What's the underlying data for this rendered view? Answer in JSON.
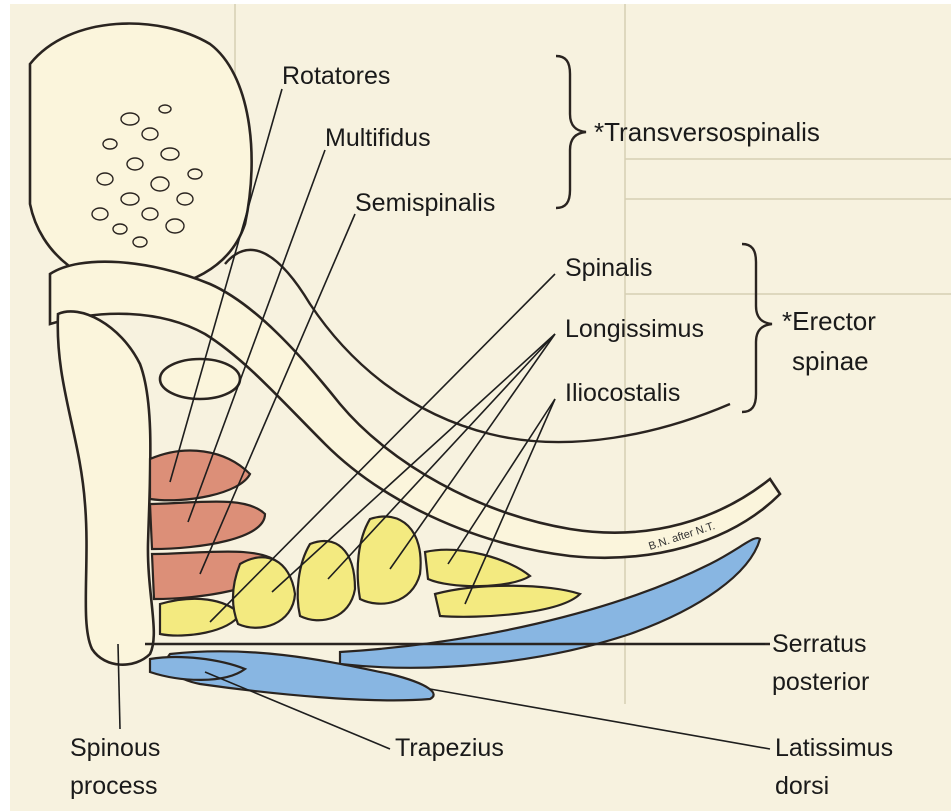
{
  "labels": {
    "rotatores": "Rotatores",
    "multifidus": "Multifidus",
    "semispinalis": "Semispinalis",
    "transversospinalis": "*Transversospinalis",
    "spinalis": "Spinalis",
    "longissimus": "Longissimus",
    "iliocostalis": "Iliocostalis",
    "erector_line1": "*Erector",
    "erector_line2": "spinae",
    "serratus_line1": "Serratus",
    "serratus_line2": "posterior",
    "latissimus_line1": "Latissimus",
    "latissimus_line2": "dorsi",
    "spinous_line1": "Spinous",
    "spinous_line2": "process",
    "trapezius": "Trapezius"
  },
  "signature": "B.N. after N.T.",
  "colors": {
    "paper": "#f7f2df",
    "bone": "#fbf5dc",
    "deep_muscle": "#dc8f78",
    "erector_muscle": "#f3ea80",
    "superficial_muscle": "#88b6e2"
  }
}
